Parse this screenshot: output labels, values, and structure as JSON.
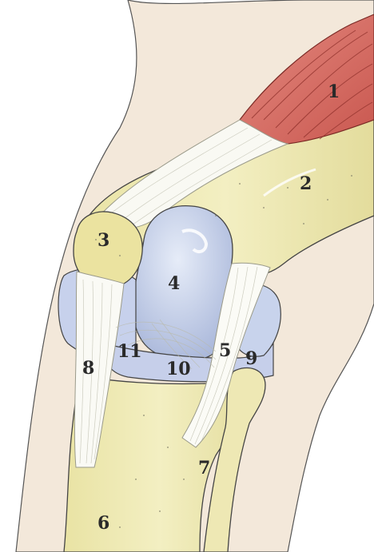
{
  "diagram": {
    "kind": "anatomical illustration of the knee joint (lateral view)",
    "colors": {
      "skin": "#f1e6d8",
      "bone": "#efeab4",
      "bone_shade": "#dcd48e",
      "cartilage": "#c8d3ec",
      "cartilage_shade": "#a8b6da",
      "muscle": "#d9766e",
      "ligament": "#f7f7f2",
      "outline": "#333333"
    },
    "labels": [
      {
        "id": "1",
        "text": "1"
      },
      {
        "id": "2",
        "text": "2"
      },
      {
        "id": "3",
        "text": "3"
      },
      {
        "id": "4",
        "text": "4"
      },
      {
        "id": "5",
        "text": "5"
      },
      {
        "id": "6",
        "text": "6"
      },
      {
        "id": "7",
        "text": "7"
      },
      {
        "id": "8",
        "text": "8"
      },
      {
        "id": "9",
        "text": "9"
      },
      {
        "id": "10",
        "text": "10"
      },
      {
        "id": "11",
        "text": "11"
      }
    ]
  }
}
